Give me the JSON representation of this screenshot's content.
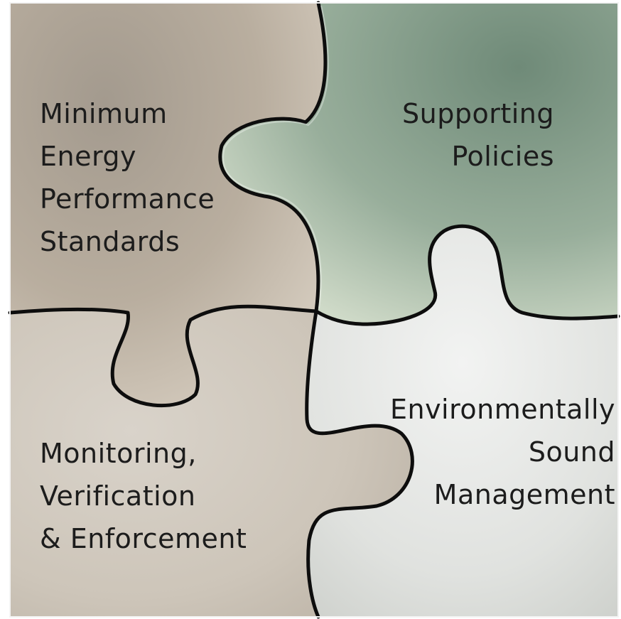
{
  "pieces": {
    "top_left": {
      "lines": [
        "Minimum",
        "Energy",
        "Performance",
        "Standards"
      ],
      "color": "#b6ab9d"
    },
    "top_right": {
      "lines": [
        "Supporting",
        "Policies"
      ],
      "color": "#95ad99"
    },
    "bottom_left": {
      "lines": [
        "Monitoring,",
        "Verification",
        "& Enforcement"
      ],
      "color": "#ccc4b8"
    },
    "bottom_right": {
      "lines": [
        "Environmentally",
        "Sound",
        "Management"
      ],
      "color": "#e1e3e0"
    }
  },
  "outline_color": "#0d0d0d"
}
